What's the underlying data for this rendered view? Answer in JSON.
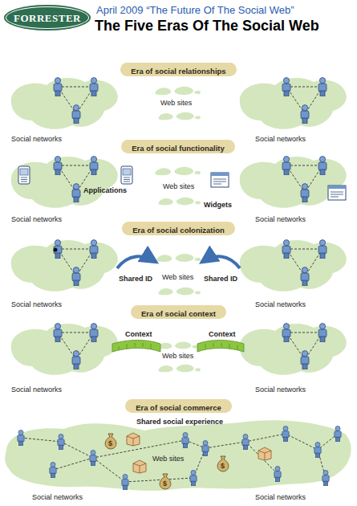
{
  "diagram": {
    "title": "The Five Eras Of The Social Web",
    "nodes": [
      {
        "text": [
          "FORRESTER"
        ]
      },
      {
        "text": [
          "Era of social relationships"
        ]
      },
      {
        "text": [
          "Era of social functionality"
        ]
      },
      {
        "text": [
          "Era of social colonization"
        ]
      },
      {
        "text": [
          "Era of social context"
        ]
      },
      {
        "text": [
          "Era of social commerce"
        ]
      }
    ],
    "labels": [
      "April 2009 “The Future Of The Social Web”",
      "Social networks",
      "Web sites",
      "Social networks",
      "Applications",
      "Web sites",
      "Widgets",
      "Social networks",
      "Social networks",
      "Shared ID",
      "Web sites",
      "Shared ID",
      "Social networks",
      "Social networks",
      "Context",
      "Web sites",
      "Context",
      "Social networks",
      "Social networks",
      "Shared social experience",
      "$",
      "$",
      "$",
      "Web sites",
      "Social networks",
      "Social networks"
    ]
  }
}
